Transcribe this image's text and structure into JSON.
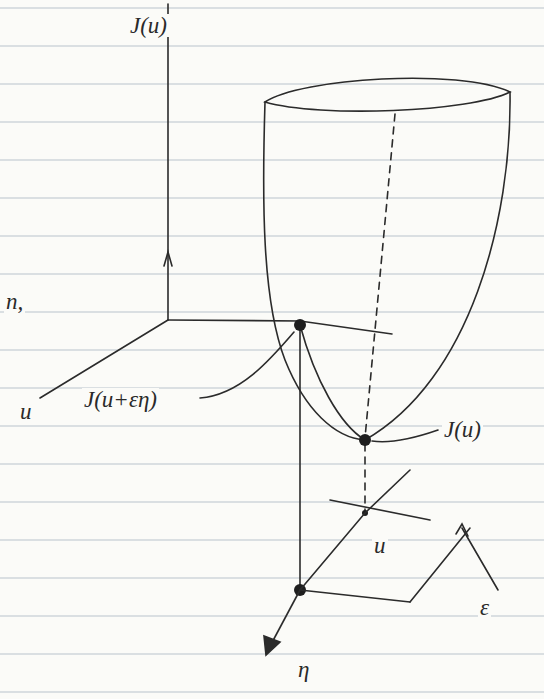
{
  "diagram": {
    "labels": [
      "J(u)",
      "n,",
      "u",
      "J(u+εη)",
      "J(u)",
      "u",
      "ε",
      "η"
    ]
  }
}
